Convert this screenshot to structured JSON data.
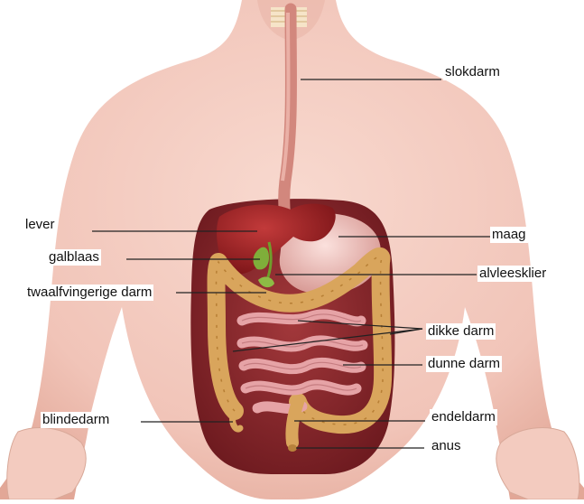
{
  "labels": {
    "esophagus": "slokdarm",
    "liver": "lever",
    "stomach": "maag",
    "gallbladder": "galblaas",
    "pancreas": "alvleesklier",
    "duodenum": "twaalfvingerige darm",
    "large_intestine": "dikke darm",
    "small_intestine": "dunne darm",
    "appendix": "blindedarm",
    "rectum": "endeldarm",
    "anus": "anus"
  },
  "colors": {
    "skin": "#f3c8bd",
    "skin_shadow": "#e3a596",
    "cavity": "#8e2a2e",
    "liver": "#9c2326",
    "stomach": "#f2c8c4",
    "esophagus": "#d98a80",
    "colon": "#d9a55c",
    "small_intestine": "#e7a5a8",
    "gallbladder": "#7fae3a",
    "leader_line": "#222222"
  }
}
